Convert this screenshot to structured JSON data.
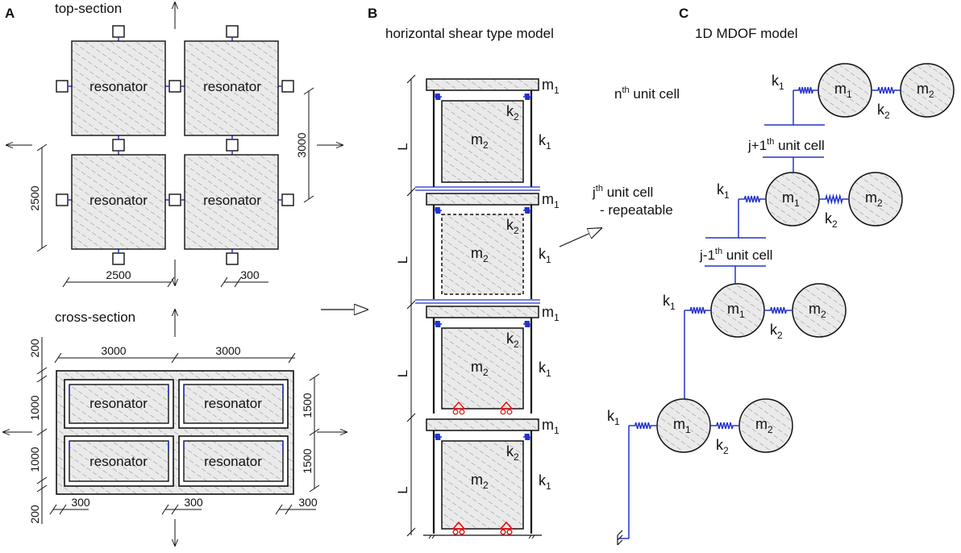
{
  "panels": {
    "a": "A",
    "b": "B",
    "c": "C"
  },
  "panel_a": {
    "top_title": "top-section",
    "cross_title": "cross-section",
    "resonator": "resonator",
    "dims": {
      "d2500_h": "2500",
      "d2500_v": "2500",
      "d3000_v": "3000",
      "d300_top": "300",
      "d3000_a": "3000",
      "d3000_b": "3000",
      "d200_top": "200",
      "d1000_a": "1000",
      "d1000_b": "1000",
      "d200_bot": "200",
      "d1500_a": "1500",
      "d1500_b": "1500",
      "d300_a": "300",
      "d300_b": "300",
      "d300_c": "300"
    }
  },
  "panel_b": {
    "title": "horizontal shear type model",
    "m1": "m",
    "m2": "m",
    "sub1": "1",
    "sub2": "2",
    "k": "k",
    "L": "L"
  },
  "panel_c": {
    "title": "1D MDOF model",
    "nth_a": "n",
    "nth_sup": "th",
    "nth_b": " unit cell",
    "jp1_a": "j+1",
    "jp1_sup": "th",
    "jp1_b": " unit cell",
    "j_a": "j",
    "j_sup": "th",
    "j_b": " unit cell",
    "repeatable": "- repeatable",
    "jm1_a": "j-1",
    "jm1_sup": "th",
    "jm1_b": " unit cell"
  },
  "colors": {
    "spring": "#2233cc",
    "support": "#e01010",
    "line": "#111111"
  }
}
